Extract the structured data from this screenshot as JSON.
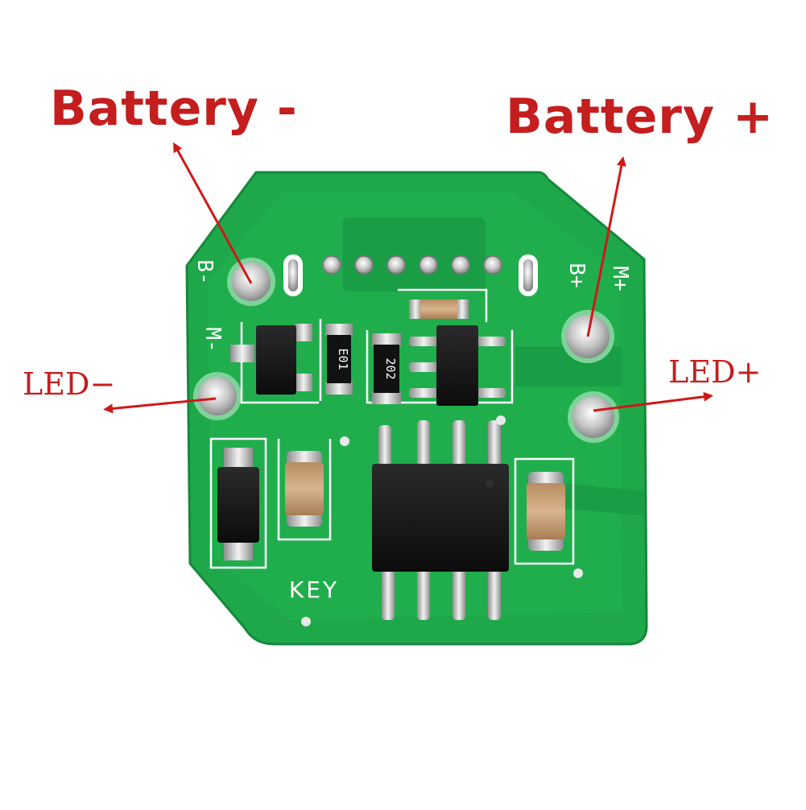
{
  "labels": {
    "battery_minus": "Battery -",
    "battery_plus": "Battery +",
    "led_minus": "LED−",
    "led_plus": "LED+"
  },
  "silkscreen": {
    "b_minus": "B-",
    "m_minus": "M-",
    "b_plus": "B+",
    "m_plus": "M+",
    "key": "KEY",
    "resistor_1": "E01",
    "resistor_2": "202"
  },
  "colors": {
    "board_green": "#1ea84a",
    "board_dark": "#15933c",
    "arrow_red": "#d01818",
    "label_red": "#c41e1e",
    "solder": "#d9d9d9",
    "chip_black": "#151515",
    "capacitor_tan": "#c9a27a",
    "silk_white": "#ffffff"
  }
}
